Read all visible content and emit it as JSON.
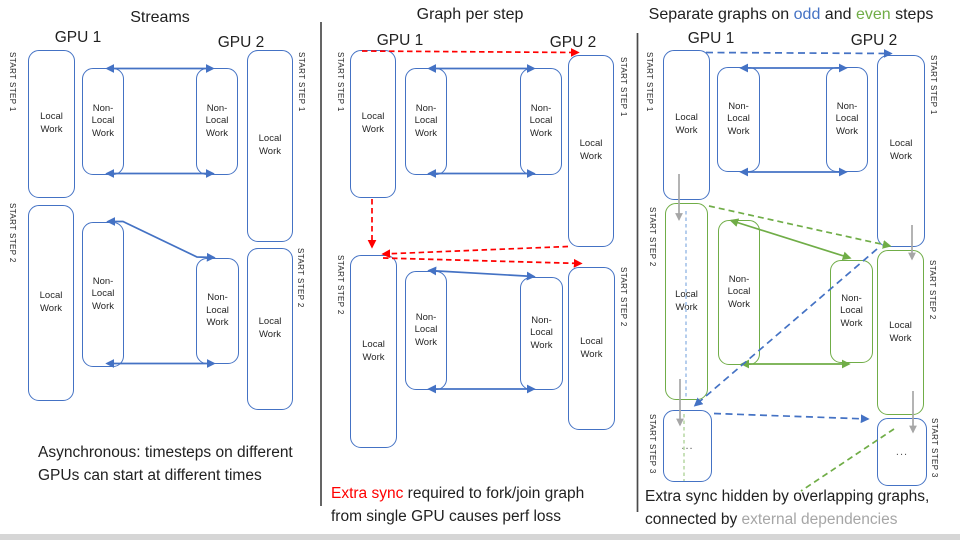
{
  "labels": {
    "local_work": "Local\nWork",
    "non_local_work": "Non-\nLocal\nWork",
    "ellipsis": "...",
    "start_step_1": "START STEP 1",
    "start_step_2": "START STEP 2",
    "start_step_3": "START STEP 3",
    "gpu1": "GPU 1",
    "gpu2": "GPU 2"
  },
  "panels": {
    "streams": {
      "title": "Streams",
      "caption": "Asynchronous: timesteps on different\nGPUs can start at different times"
    },
    "graph_per_step": {
      "title": "Graph per step",
      "caption_highlight": "Extra sync",
      "caption_rest": " required to fork/join graph\nfrom single GPU causes perf loss"
    },
    "separate_graphs": {
      "title_prefix": "Separate graphs on ",
      "title_odd": "odd",
      "title_and": " and ",
      "title_even": "even",
      "title_suffix": " steps",
      "caption_main": "Extra sync hidden by overlapping graphs,\nconnected by ",
      "caption_gray": "external dependencies"
    }
  },
  "colors": {
    "blue": "#4472C4",
    "green": "#70AD47",
    "red": "#FF0000",
    "gray": "#A6A6A6",
    "fadeblue": "#A9C6EA",
    "fadegreen": "#BFDCAD"
  }
}
